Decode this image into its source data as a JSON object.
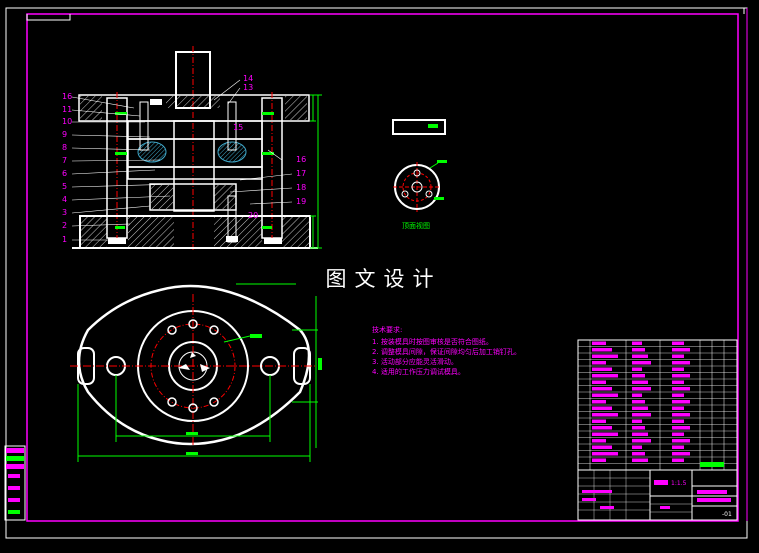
{
  "watermark": "图文设计",
  "part_numbers_left": [
    "16",
    "11",
    "10",
    "9",
    "8",
    "7",
    "6",
    "5",
    "4",
    "3",
    "2",
    "1"
  ],
  "part_numbers_right_top": [
    "14",
    "13"
  ],
  "part_numbers_right": [
    "15",
    "16",
    "17",
    "18",
    "19"
  ],
  "part_numbers_bottom_right": [
    "20"
  ],
  "side_view_label": "顶面视图",
  "tech_requirements": {
    "title": "技术要求:",
    "items": [
      "1.  按装模具时按图审核是否符合图纸。",
      "2.  调整模具间隙，保证间隙均匀后加工销钉孔。",
      "3.  活动部分应能灵活滑动。",
      "4.  适用的工作压力调试模具。"
    ]
  },
  "title_block": {
    "scale": "1:1.5",
    "sheet": "-01"
  },
  "colors": {
    "background": "#000000",
    "frame": "#ff00ff",
    "part": "#ffffff",
    "dimension": "#00ff00",
    "centerline": "#ff0000",
    "label": "#ff00ff",
    "hatch": "#3fa7c9"
  }
}
